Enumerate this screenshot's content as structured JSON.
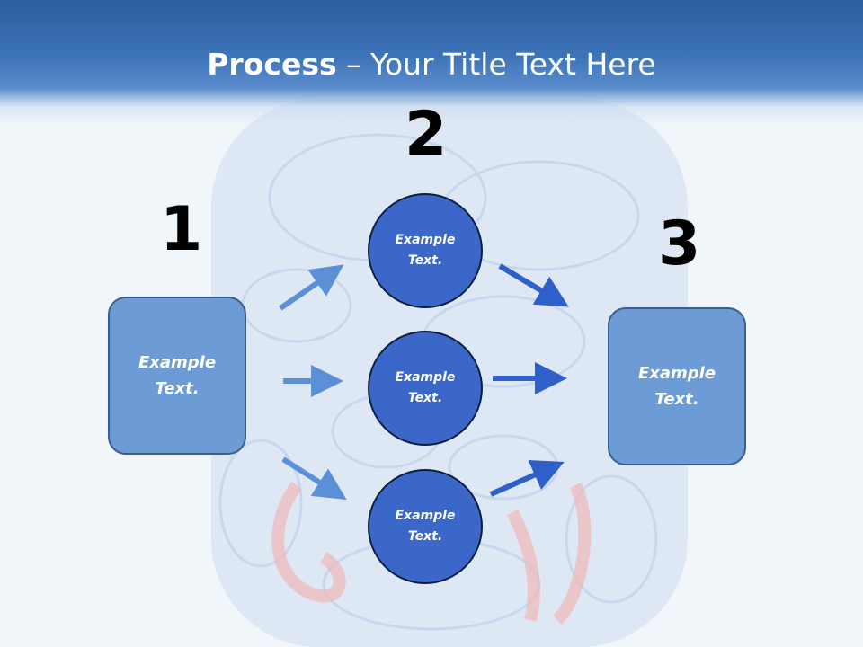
{
  "title": {
    "bold": "Process",
    "rest": " – Your Title Text Here"
  },
  "steps": [
    {
      "number": "1",
      "text": "Example Text."
    },
    {
      "number": "2",
      "text": "Example Text."
    },
    {
      "number": "3",
      "text": "Example Text."
    }
  ],
  "circles": [
    {
      "text": "Example Text."
    },
    {
      "text": "Example Text."
    },
    {
      "text": "Example Text."
    }
  ],
  "colors": {
    "header": "#3d74b8",
    "box": "#6c9bd5",
    "circle": "#3a67c8",
    "arrow_light": "#5b8fd6",
    "arrow_dark": "#2f5fc8"
  }
}
